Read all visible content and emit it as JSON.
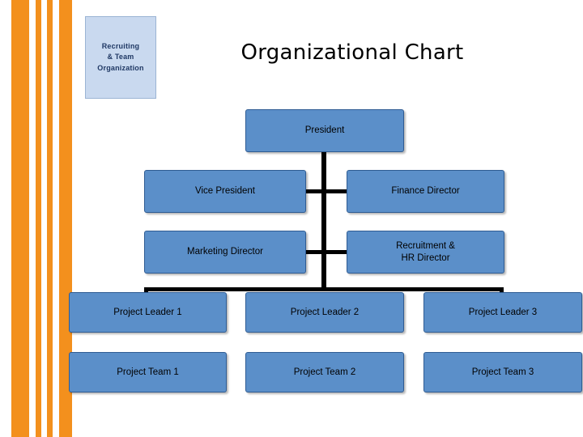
{
  "slide": {
    "title": "Organizational Chart",
    "logo": {
      "line1": "Recruiting",
      "line2": "& Team",
      "line3": "Organization"
    },
    "colors": {
      "accent_bar": "#F3901D",
      "node_fill": "#5B8FC9",
      "node_border": "#2F5C93",
      "logo_fill": "#C9D9EF",
      "background": "#FFFFFF"
    }
  },
  "chart_data": {
    "type": "org-chart",
    "title": "Organizational Chart",
    "nodes": [
      {
        "id": "president",
        "label": "President"
      },
      {
        "id": "vice-president",
        "label": "Vice President"
      },
      {
        "id": "finance-director",
        "label": "Finance Director"
      },
      {
        "id": "marketing-director",
        "label": "Marketing Director"
      },
      {
        "id": "recruitment-hr-director",
        "label_line1": "Recruitment &",
        "label_line2": "HR Director"
      },
      {
        "id": "project-leader-1",
        "label": "Project Leader 1"
      },
      {
        "id": "project-leader-2",
        "label": "Project Leader 2"
      },
      {
        "id": "project-leader-3",
        "label": "Project Leader 3"
      },
      {
        "id": "project-team-1",
        "label": "Project Team 1"
      },
      {
        "id": "project-team-2",
        "label": "Project Team 2"
      },
      {
        "id": "project-team-3",
        "label": "Project Team 3"
      }
    ]
  }
}
